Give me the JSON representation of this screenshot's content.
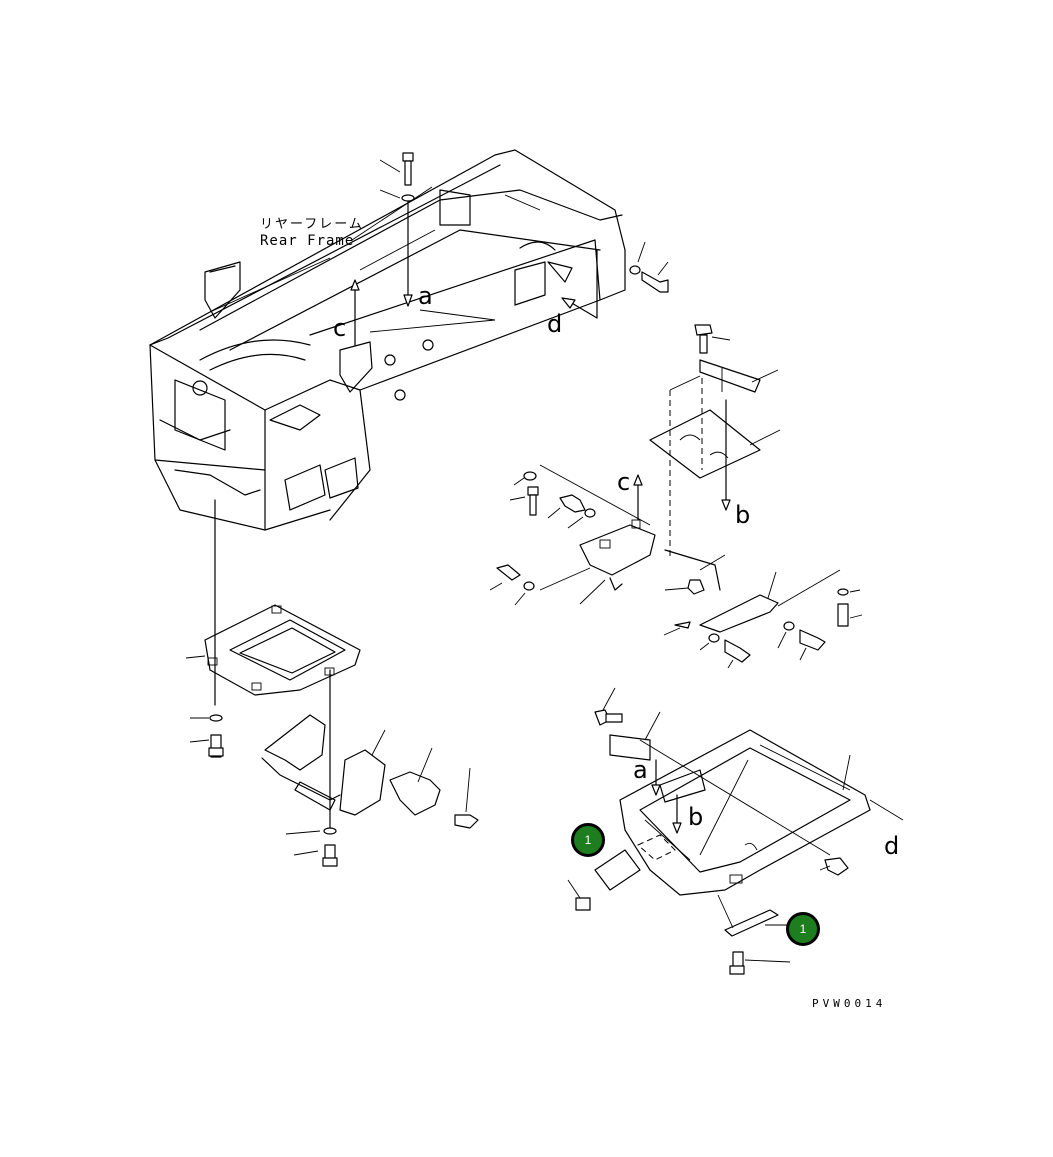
{
  "rear_frame": {
    "label_ja": "リヤーフレーム",
    "label_en": "Rear Frame"
  },
  "view_letters": {
    "a_top": "a",
    "c_top": "c",
    "d_top": "d",
    "c_mid": "c",
    "b_mid": "b",
    "a_bottom": "a",
    "b_bottom": "b",
    "d_bottom": "d"
  },
  "callouts": {
    "callout_1_left": "1",
    "callout_1_right": "1"
  },
  "drawing_code": "PVW0014",
  "colors": {
    "callout_fill": "#1e7d1e",
    "line": "#000000",
    "background": "#ffffff"
  }
}
